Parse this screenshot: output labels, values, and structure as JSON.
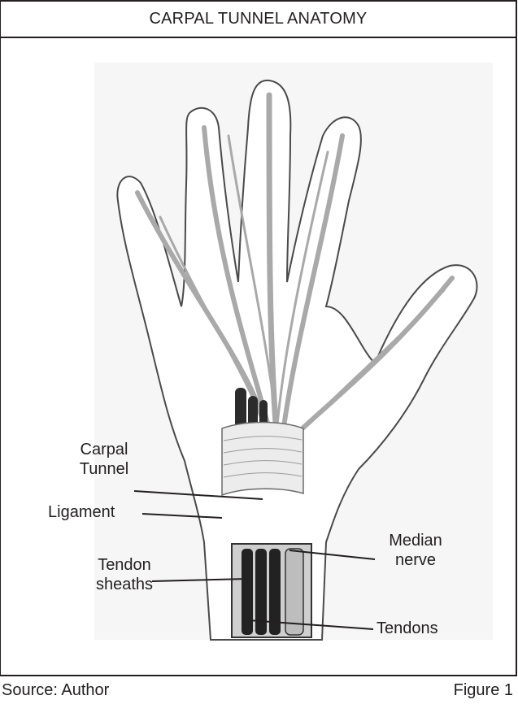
{
  "title": "CARPAL TUNNEL ANATOMY",
  "labels": {
    "carpal_line1": "Carpal",
    "carpal_line2": "Tunnel",
    "ligament": "Ligament",
    "tendon_line1": "Tendon",
    "tendon_line2": "sheaths",
    "median_line1": "Median",
    "median_line2": "nerve",
    "tendons": "Tendons"
  },
  "footer": {
    "source": "Source: Author",
    "figure": "Figure 1"
  }
}
